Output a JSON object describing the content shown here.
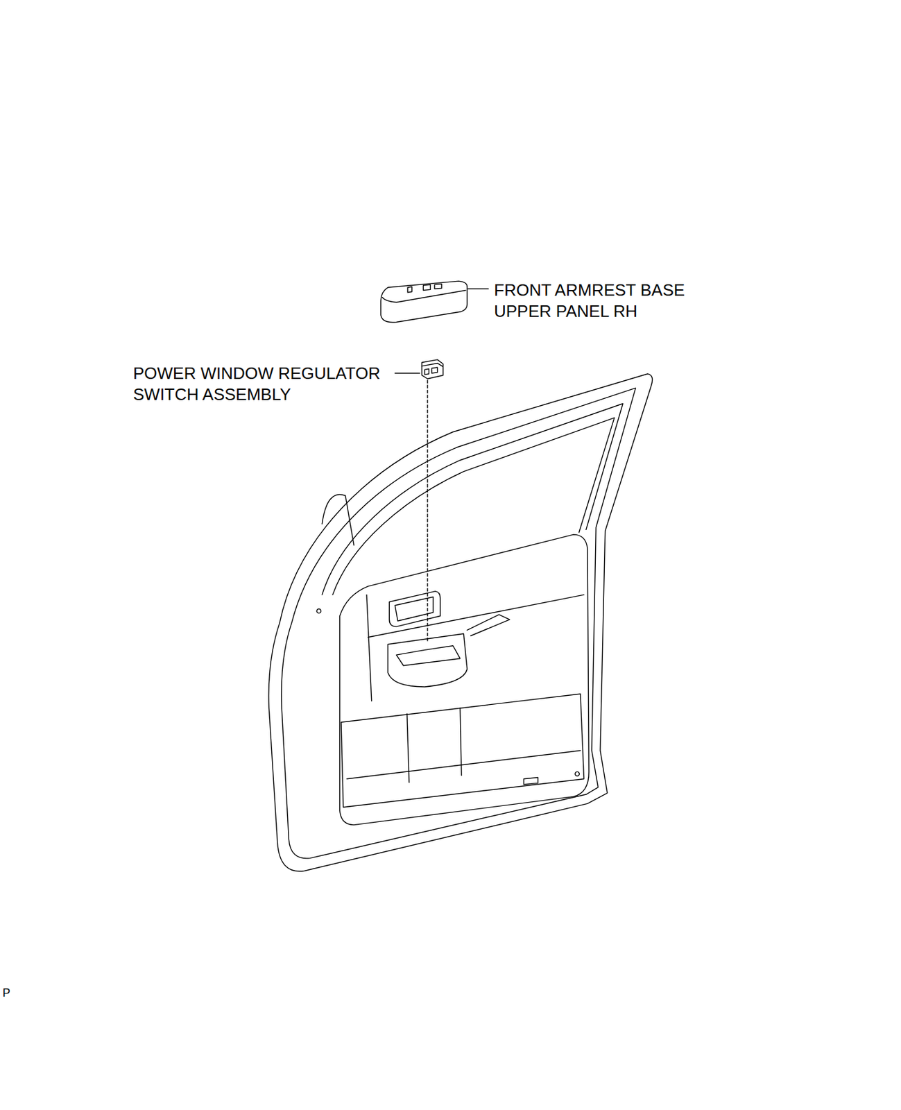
{
  "diagram": {
    "labels": [
      "FRONT ARMREST BASE UPPER PANEL RH",
      "POWER WINDOW REGULATOR SWITCH ASSEMBLY",
      "P"
    ]
  }
}
